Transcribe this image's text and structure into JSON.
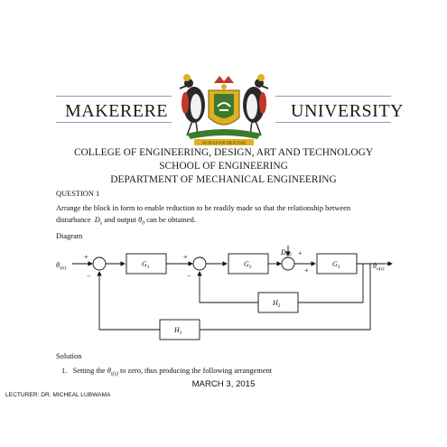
{
  "header": {
    "left_name": "MAKERERE",
    "right_name": "UNIVERSITY",
    "crest_motto": "WE BUILD FOR THE FUTURE",
    "college": "COLLEGE OF ENGINEERING, DESIGN, ART AND TECHNOLOGY",
    "school": "SCHOOL OF ENGINEERING",
    "department": "DEPARTMENT OF MECHANICAL ENGINEERING"
  },
  "question": {
    "title": "QUESTION 1",
    "text_line1": "Arrange the block in form to enable reduction to be readily made so that the relationship between",
    "text_line2_pre": "disturbance",
    "text_line2_sym1": "D",
    "text_line2_sub1": "s",
    "text_line2_mid": "and output",
    "text_line2_sym2": "θ",
    "text_line2_sub2": "0",
    "text_line2_post": "can be obtained."
  },
  "diagram": {
    "label": "Diagram",
    "input": "θ",
    "input_sub": "i(s)",
    "output": "θ",
    "output_sub": "o(s)",
    "disturbance": "D",
    "disturbance_sub": "(s)",
    "blocks": {
      "g1": "G",
      "g1_sub": "1",
      "g2": "G",
      "g2_sub": "2",
      "g3": "G",
      "g3_sub": "3",
      "h2": "H",
      "h2_sub": "2",
      "h1": "H",
      "h1_sub": "1"
    },
    "signs": {
      "plus": "+",
      "minus": "−"
    }
  },
  "solution": {
    "title": "Solution",
    "step1_num": "1.",
    "step1_pre": "Setting the",
    "step1_sym": "θ",
    "step1_sub": "i(s)",
    "step1_post": "to zero, thus producing the following arrangement"
  },
  "footer": {
    "date": "MARCH 3, 2015",
    "lecturer": "LECTURER: DR. MICHEAL LUBWAMA"
  },
  "colors": {
    "rule": "#7fa4c8",
    "crest_gold": "#e0b020",
    "crest_green": "#3d7a2a",
    "crest_red": "#c0392b"
  }
}
